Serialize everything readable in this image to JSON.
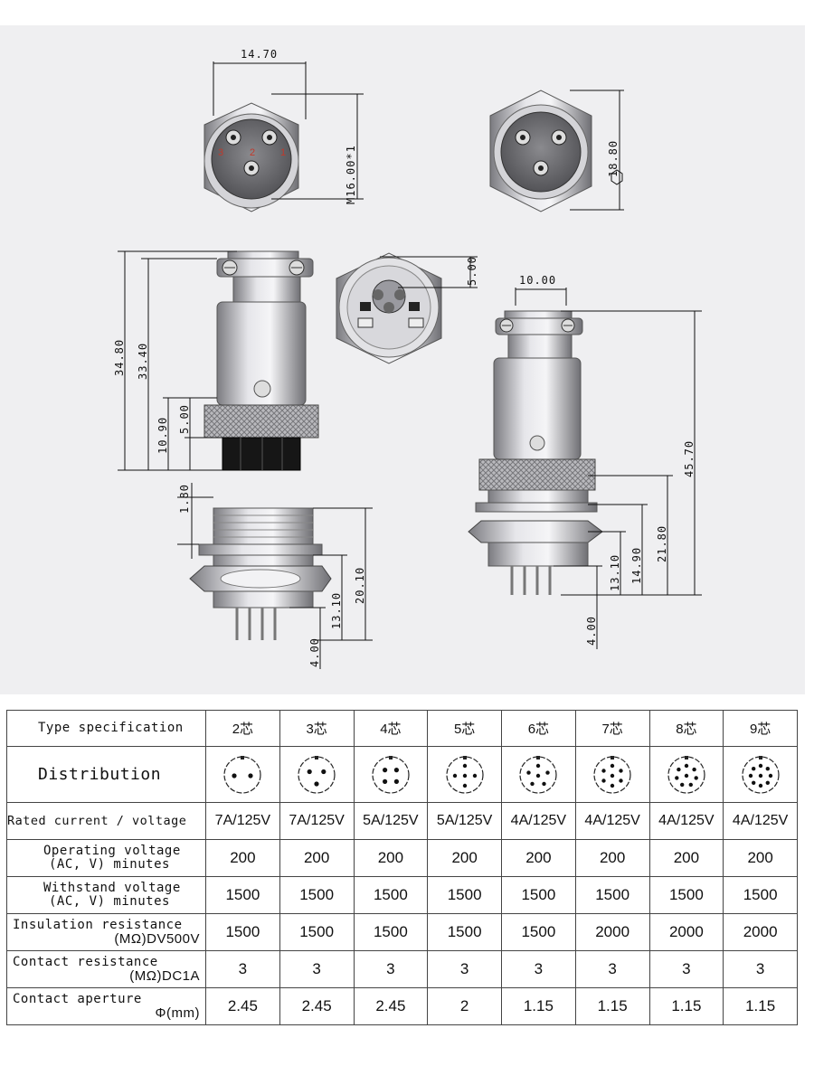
{
  "drawing": {
    "dims": {
      "d1470": "14.70",
      "m16": "M16.00*1",
      "d1880": "18.80",
      "d500a": "5.00",
      "d1000": "10.00",
      "d3480": "34.80",
      "d3340": "33.40",
      "d1090": "10.90",
      "d500b": "5.00",
      "d4570": "45.70",
      "d180": "1.80",
      "d2010": "20.10",
      "d1310a": "13.10",
      "d400a": "4.00",
      "d2180": "21.80",
      "d1490": "14.90",
      "d1310b": "13.10",
      "d400b": "4.00"
    },
    "pins": [
      "3",
      "2",
      "1"
    ]
  },
  "table": {
    "header_label": "Type specification",
    "types": [
      "2芯",
      "3芯",
      "4芯",
      "5芯",
      "6芯",
      "7芯",
      "8芯",
      "9芯"
    ],
    "distribution_label": "Distribution",
    "pin_counts": [
      2,
      3,
      4,
      5,
      6,
      7,
      8,
      9
    ],
    "rows": [
      {
        "label1": "Rated current / voltage",
        "label2": "",
        "values": [
          "7A/125V",
          "7A/125V",
          "5A/125V",
          "5A/125V",
          "4A/125V",
          "4A/125V",
          "4A/125V",
          "4A/125V"
        ]
      },
      {
        "label1": "Operating voltage",
        "label2": "(AC, V) minutes",
        "values": [
          "200",
          "200",
          "200",
          "200",
          "200",
          "200",
          "200",
          "200"
        ]
      },
      {
        "label1": "Withstand voltage",
        "label2": "(AC, V) minutes",
        "values": [
          "1500",
          "1500",
          "1500",
          "1500",
          "1500",
          "1500",
          "1500",
          "1500"
        ]
      },
      {
        "label1": "Insulation resistance",
        "label2": "(MΩ)DV500V",
        "values": [
          "1500",
          "1500",
          "1500",
          "1500",
          "1500",
          "2000",
          "2000",
          "2000"
        ]
      },
      {
        "label1": "Contact resistance",
        "label2": "(MΩ)DC1A",
        "values": [
          "3",
          "3",
          "3",
          "3",
          "3",
          "3",
          "3",
          "3"
        ]
      },
      {
        "label1": "Contact aperture",
        "label2": "Φ(mm)",
        "values": [
          "2.45",
          "2.45",
          "2.45",
          "2",
          "1.15",
          "1.15",
          "1.15",
          "1.15"
        ]
      }
    ]
  }
}
